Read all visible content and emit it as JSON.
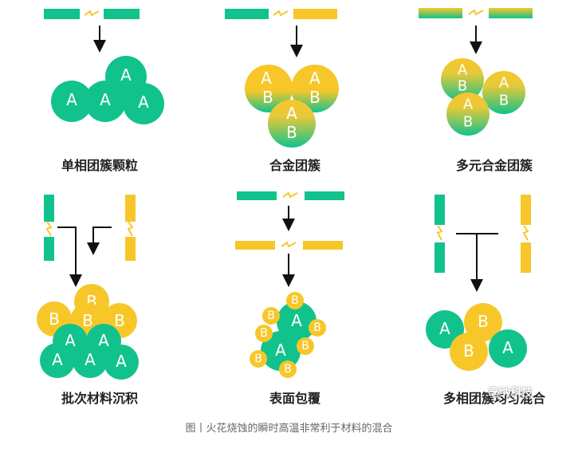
{
  "colors": {
    "green": "#12c28c",
    "yellow": "#f7c72a",
    "arrow": "#111111",
    "spark": "#f7c72a",
    "letter": "#ffffff"
  },
  "letters": {
    "a": "A",
    "b": "B"
  },
  "panels": [
    {
      "label": "单相团簇颗粒"
    },
    {
      "label": "合金团簇"
    },
    {
      "label": "多元合金团簇"
    },
    {
      "label": "批次材料沉积"
    },
    {
      "label": "表面包覆"
    },
    {
      "label": "多相团簇均匀混合"
    }
  ],
  "caption": "图丨火花烧蚀的瞬时高温非常利于材料的混合",
  "watermark": "亳纳科技"
}
